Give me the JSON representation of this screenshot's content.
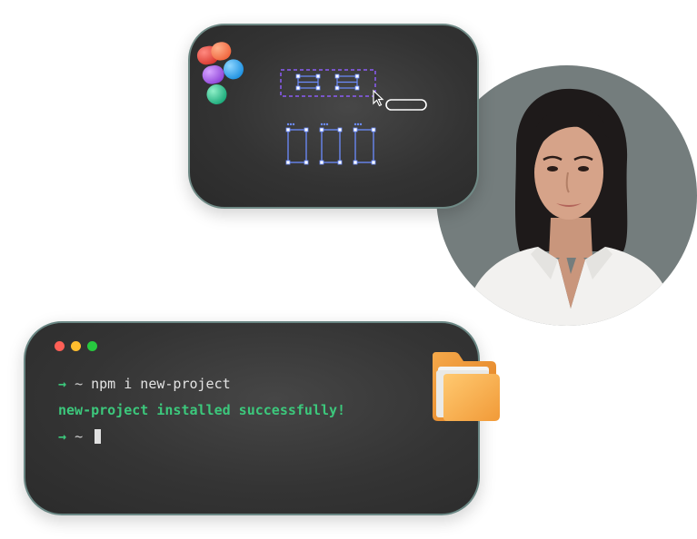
{
  "terminal": {
    "window_controls": [
      "close",
      "minimize",
      "maximize"
    ],
    "lines": [
      {
        "prompt_arrow": "→",
        "prompt_dir": "~",
        "command": "npm i new-project"
      },
      {
        "output": "new-project installed successfully!"
      },
      {
        "prompt_arrow": "→",
        "prompt_dir": "~",
        "command": ""
      }
    ]
  },
  "colors": {
    "card_background": "#333333",
    "card_border": "#6f8a86",
    "selection_purple": "#8b5cf6",
    "frame_blue": "#6c8cff",
    "terminal_green": "#3cc87c",
    "portrait_background": "#747d7d"
  },
  "icons": {
    "design_app": "figma-logo-icon",
    "folder": "folder-icon",
    "cursor": "mouse-pointer-icon"
  }
}
